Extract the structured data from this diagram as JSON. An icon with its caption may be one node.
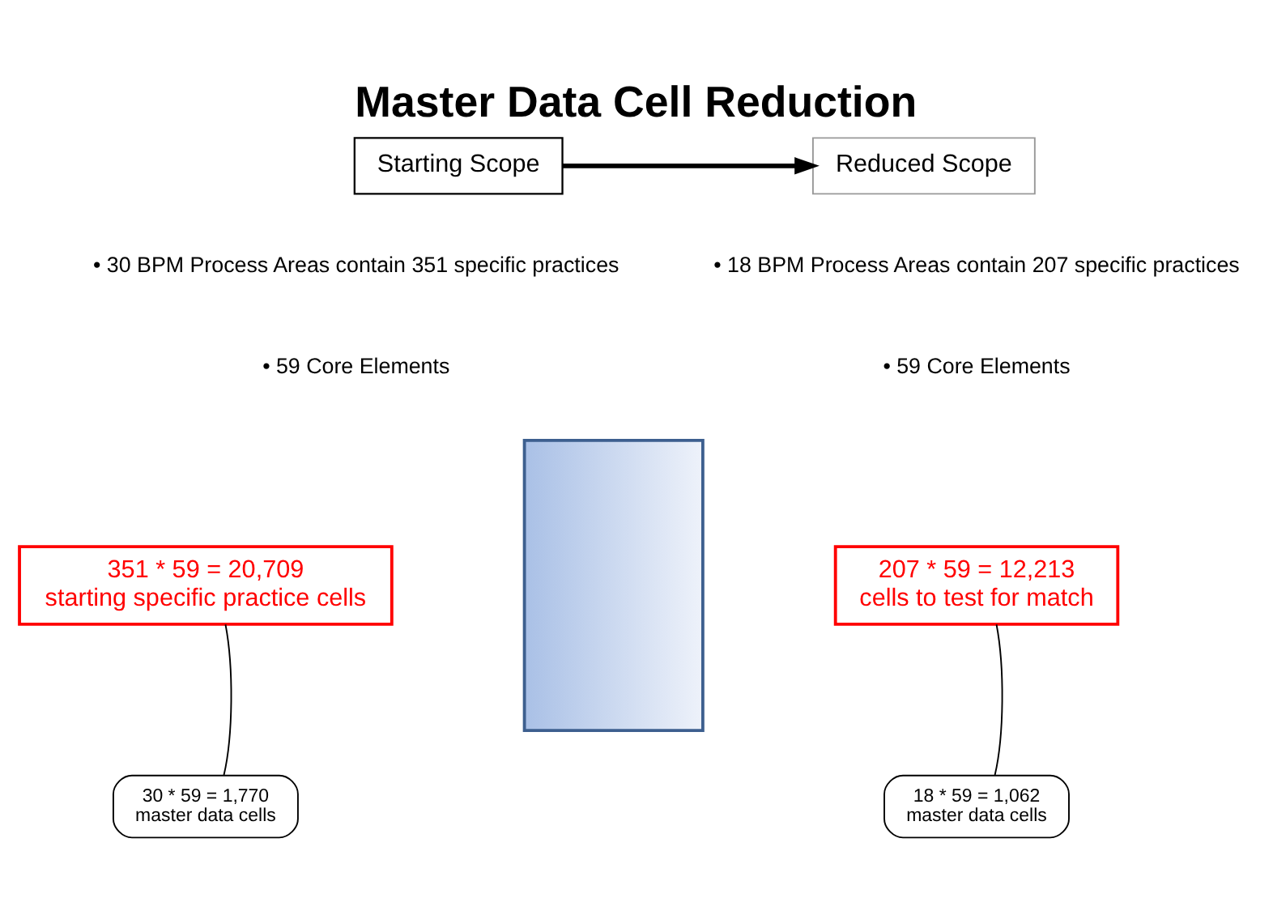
{
  "diagram": {
    "title": "Master Data Cell Reduction",
    "nodes": [
      {
        "text": [
          "Starting Scope"
        ]
      },
      {
        "text": [
          "Reduced Scope"
        ]
      },
      {
        "text": [],
        "shape": "trapezoid"
      },
      {
        "text": [
          "351 * 59 = 20,709",
          "starting specific practice cells"
        ]
      },
      {
        "text": [
          "207 * 59 = 12,213",
          "cells to test for match"
        ]
      },
      {
        "text": [
          "30 * 59 = 1,770",
          "master data cells"
        ]
      },
      {
        "text": [
          "18 * 59 = 1,062",
          "master data cells"
        ]
      }
    ],
    "edges": [
      {
        "from": 0,
        "to": 1,
        "arrow": "to",
        "style": "thick"
      },
      {
        "from": 5,
        "to": 3,
        "arrow": "none"
      },
      {
        "from": 6,
        "to": 4,
        "arrow": "none"
      }
    ],
    "labels": [
      "• 30 BPM Process Areas contain 351 specific practices",
      "• 18 BPM Process Areas contain 207 specific practices",
      "• 59 Core Elements",
      "• 59 Core Elements"
    ]
  }
}
